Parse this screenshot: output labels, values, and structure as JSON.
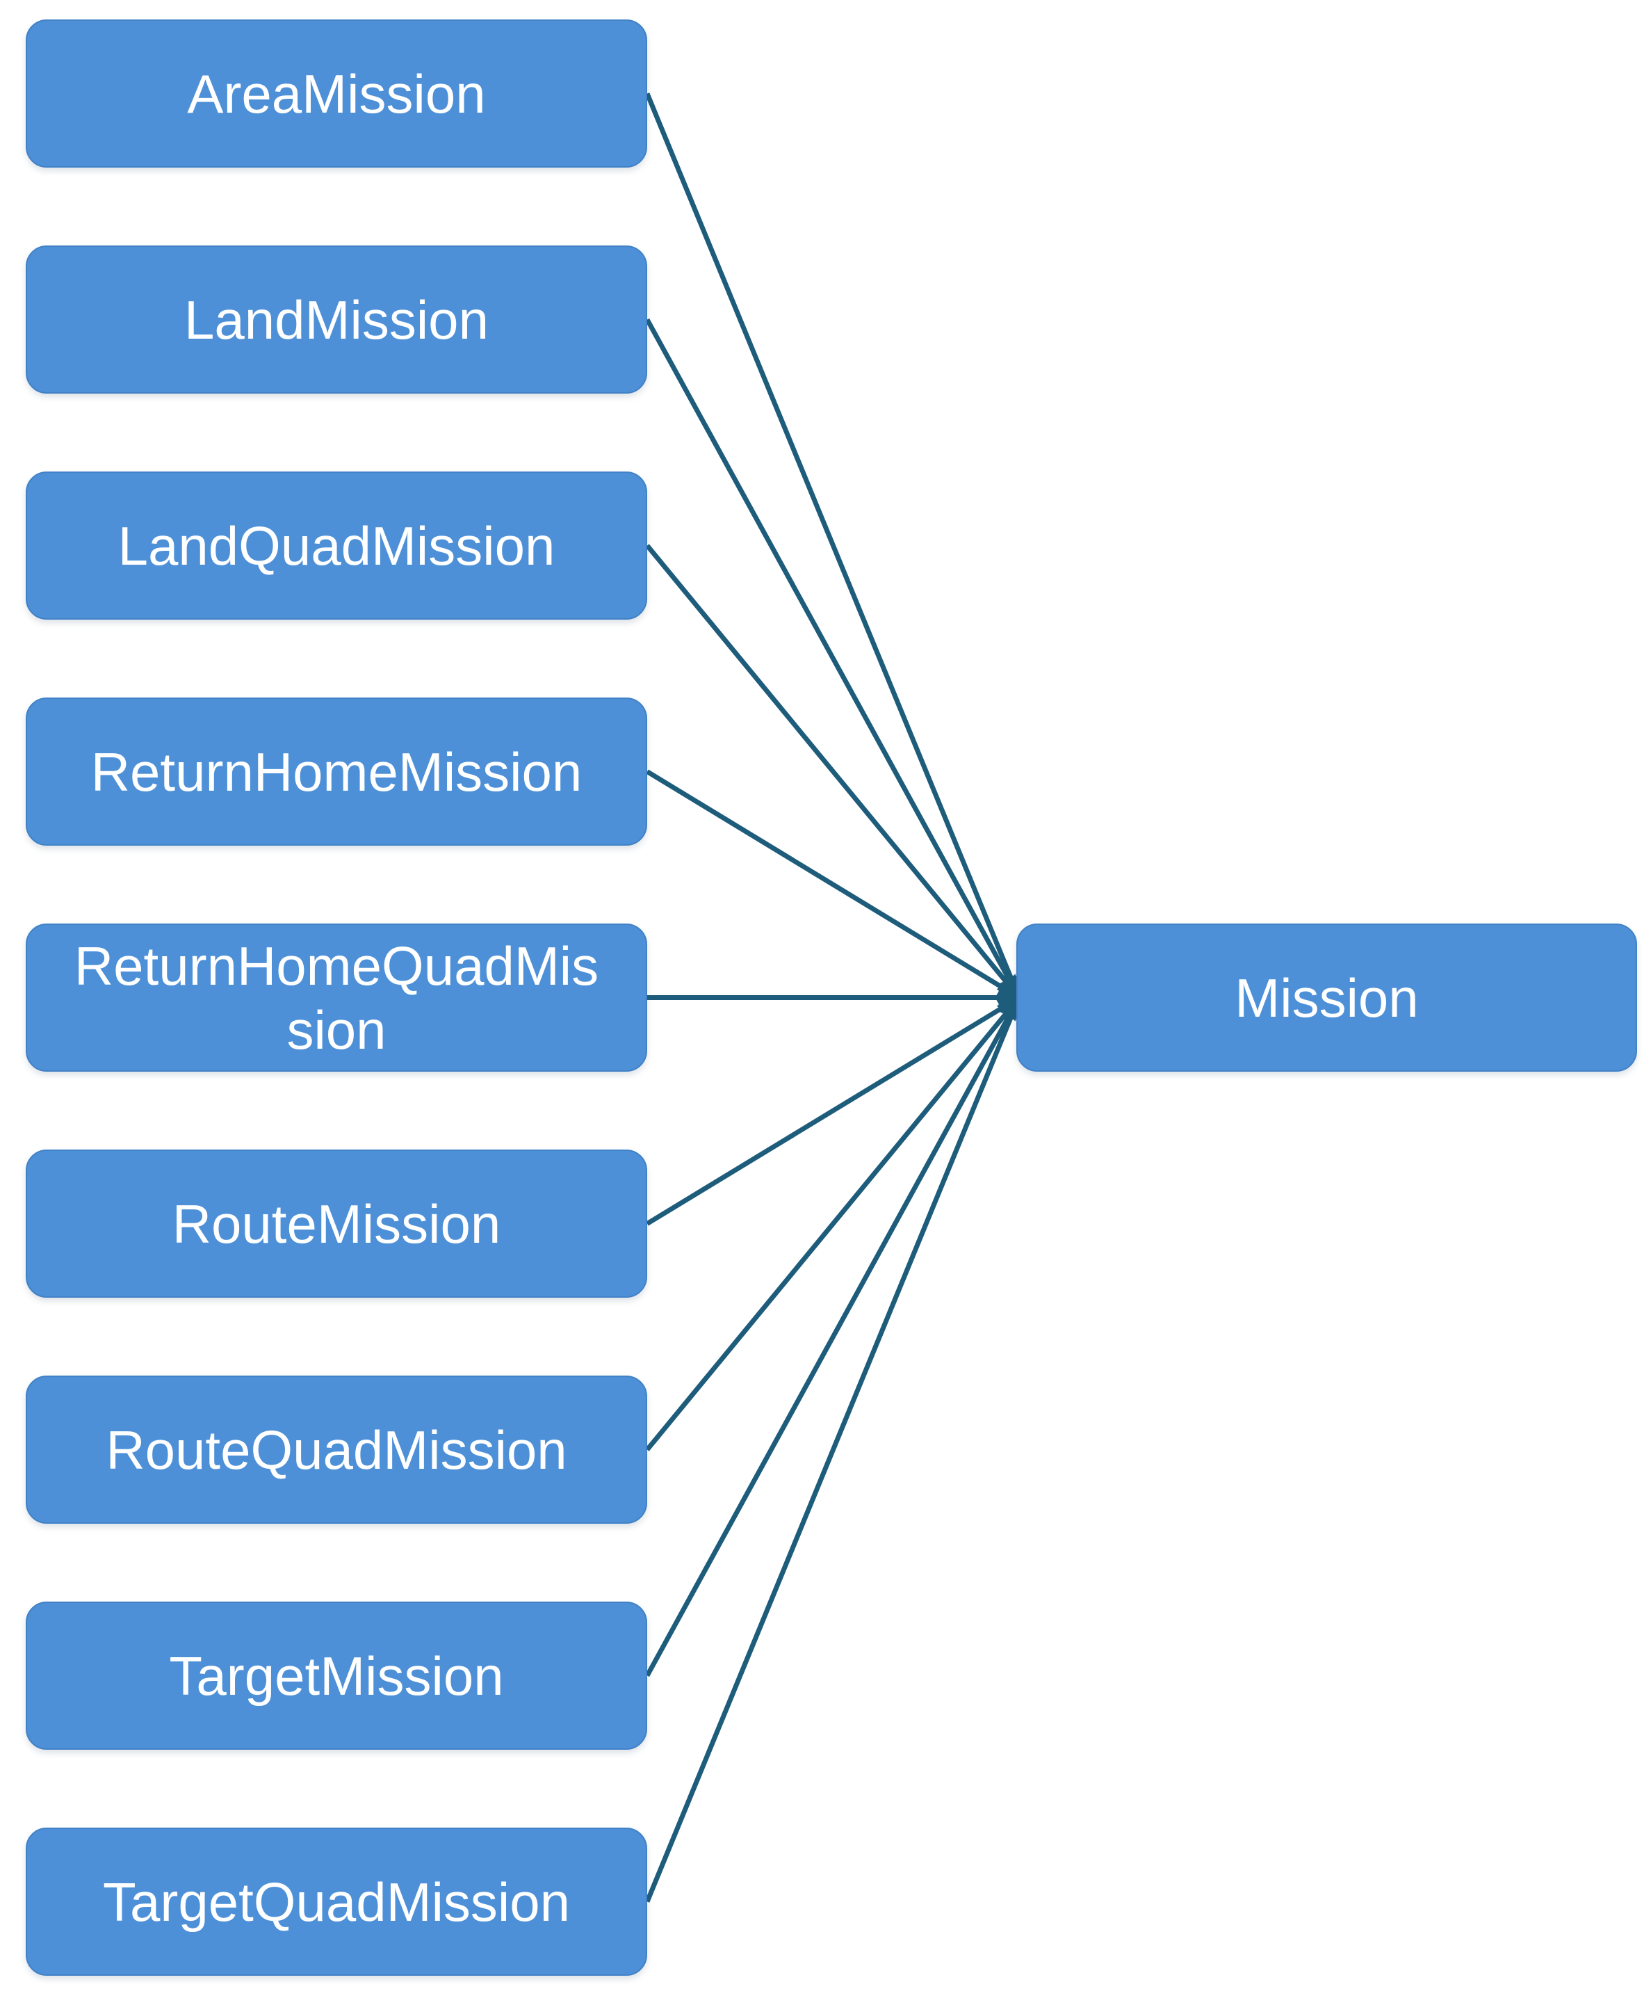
{
  "diagram": {
    "parent": {
      "id": "mission",
      "label": "Mission"
    },
    "children": [
      {
        "id": "area-mission",
        "label": "AreaMission"
      },
      {
        "id": "land-mission",
        "label": "LandMission"
      },
      {
        "id": "land-quad-mission",
        "label": "LandQuadMission"
      },
      {
        "id": "return-home-mission",
        "label": "ReturnHomeMission"
      },
      {
        "id": "return-home-quad-mission",
        "label": "ReturnHomeQuadMission"
      },
      {
        "id": "route-mission",
        "label": "RouteMission"
      },
      {
        "id": "route-quad-mission",
        "label": "RouteQuadMission"
      },
      {
        "id": "target-mission",
        "label": "TargetMission"
      },
      {
        "id": "target-quad-mission",
        "label": "TargetQuadMission"
      }
    ],
    "edges": [
      {
        "from": "area-mission",
        "to": "mission"
      },
      {
        "from": "land-mission",
        "to": "mission"
      },
      {
        "from": "land-quad-mission",
        "to": "mission"
      },
      {
        "from": "return-home-mission",
        "to": "mission"
      },
      {
        "from": "return-home-quad-mission",
        "to": "mission"
      },
      {
        "from": "route-mission",
        "to": "mission"
      },
      {
        "from": "route-quad-mission",
        "to": "mission"
      },
      {
        "from": "target-mission",
        "to": "mission"
      },
      {
        "from": "target-quad-mission",
        "to": "mission"
      }
    ]
  },
  "colors": {
    "node_fill": "#4D90D8",
    "node_border": "#4181C6",
    "node_text": "#FFFFFF",
    "connector": "#1E5C7B",
    "background": "#FFFFFF"
  }
}
